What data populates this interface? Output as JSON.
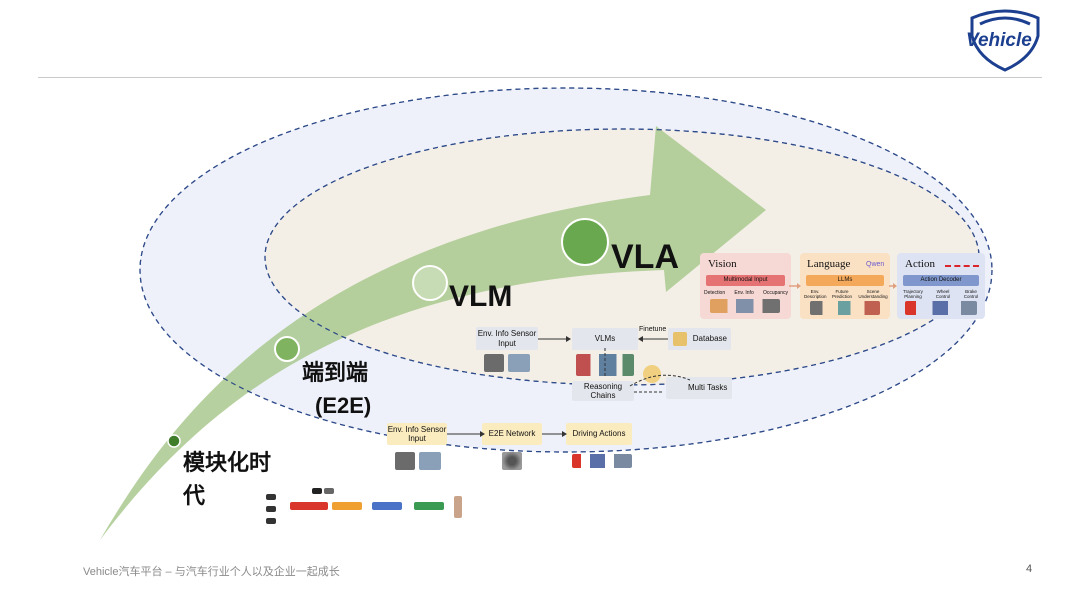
{
  "brand": {
    "logo_text": "Vehicle",
    "accent": "#1c3f8f",
    "accent_red": "#d9252b"
  },
  "footer": {
    "tagline": "Vehicle汽车平台 – 与汽车行业个人以及企业一起成长",
    "page_number": "4"
  },
  "stages": {
    "modular": {
      "label_line1": "模块化时",
      "label_line2": "代"
    },
    "e2e": {
      "label_line1": "端到端",
      "label_line2": "(E2E)"
    },
    "vlm": {
      "label": "VLM"
    },
    "vla": {
      "label": "VLA"
    }
  },
  "e2e_flow": {
    "env_input": "Env. Info Sensor Input",
    "network": "E2E Network",
    "driving_actions": "Driving Actions"
  },
  "vlm_flow": {
    "env_input": "Env. Info Sensor Input",
    "vlms": "VLMs",
    "finetune": "Finetune",
    "database": "Database",
    "reasoning": "Reasoning Chains",
    "multi_tasks": "Multi Tasks"
  },
  "vla_panel": {
    "vision": {
      "title": "Vision",
      "sub": "Multimodal Input",
      "items": [
        "Detection",
        "Env. Info",
        "Occupancy"
      ]
    },
    "language": {
      "title": "Language",
      "brand": "Qwen",
      "sub": "LLMs",
      "items": [
        "Env. Description",
        "Future Prediction",
        "Scene Understanding"
      ]
    },
    "action": {
      "title": "Action",
      "sub": "Action Decoder",
      "items": [
        "Trajectory Planning",
        "Wheel Control",
        "Brake Control"
      ]
    }
  },
  "colors": {
    "arrow_green": "#a9c98e",
    "ellipse_outer": "#eef1fa",
    "ellipse_inner": "#f3efe6",
    "dash_blue": "#2f4b8a",
    "node_green": "#6aa84f"
  }
}
